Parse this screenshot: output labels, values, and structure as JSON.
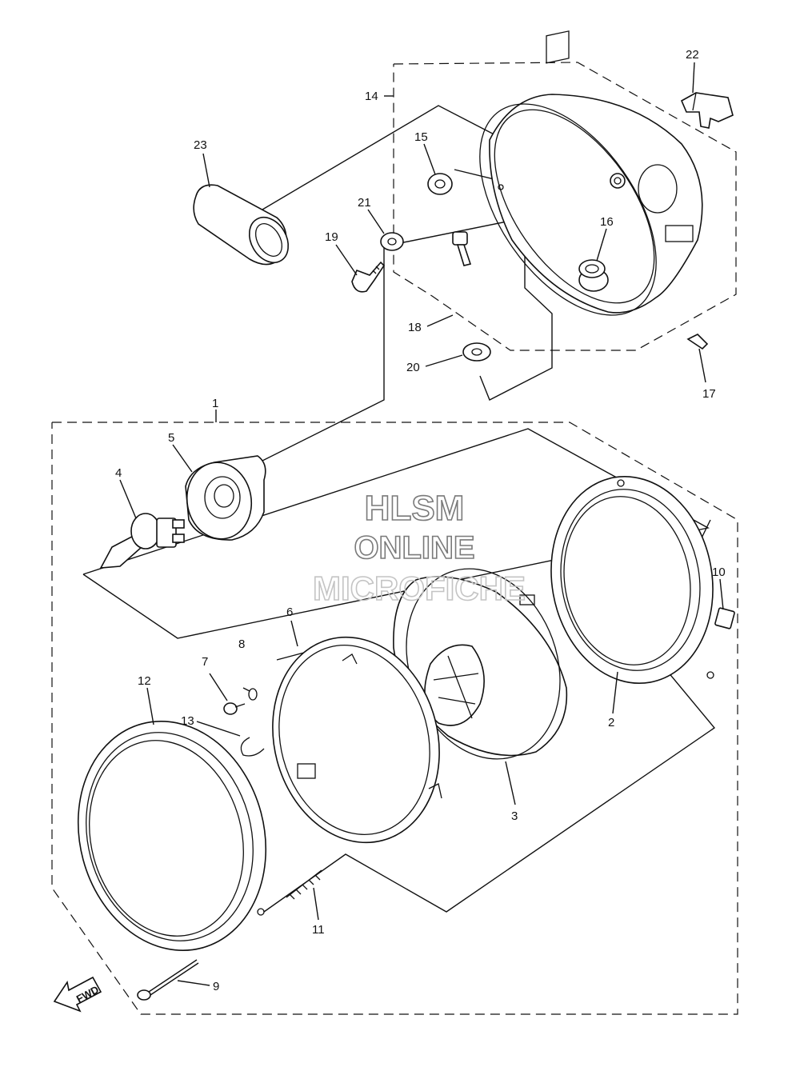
{
  "watermark": {
    "line1": "HLSM",
    "line2": "ONLINE",
    "line3": "MICROFICHE",
    "color_primary": "#7a7a7a",
    "color_faded": "#c4c4c4"
  },
  "direction_marker": {
    "label": "FWD",
    "icon": "fwd-arrow-icon"
  },
  "callouts": {
    "c1": "1",
    "c2": "2",
    "c3": "3",
    "c4": "4",
    "c5": "5",
    "c6": "6",
    "c7": "7",
    "c8": "8",
    "c9": "9",
    "c10": "10",
    "c11": "11",
    "c12": "12",
    "c13": "13",
    "c14": "14",
    "c15": "15",
    "c16": "16",
    "c17": "17",
    "c18": "18",
    "c19": "19",
    "c20": "20",
    "c21": "21",
    "c22": "22",
    "c23": "23"
  },
  "colors": {
    "line": "#111111",
    "background": "#ffffff"
  }
}
